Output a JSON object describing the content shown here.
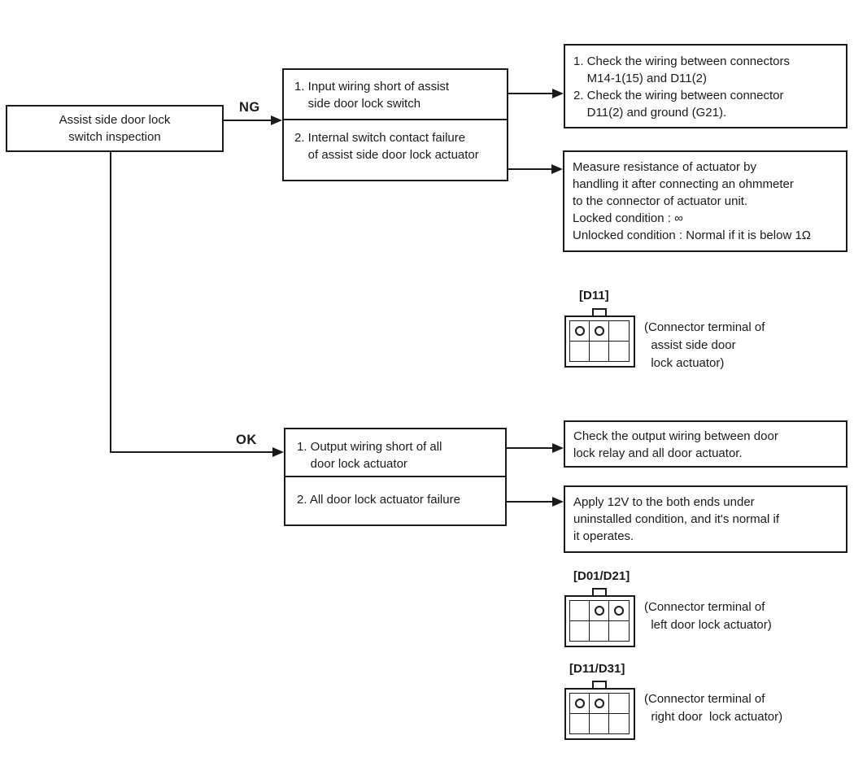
{
  "diagram": {
    "start_box_text": "Assist side door lock\nswitch inspection",
    "ng_label": "NG",
    "ok_label": "OK",
    "ng_causes": {
      "item1": "1. Input wiring short of assist\n    side door lock switch",
      "item2": "2. Internal switch contact failure\n    of assist side door lock actuator"
    },
    "ng_actions": {
      "wiring_check": "1. Check the wiring between connectors\n    M14-1(15) and D11(2)\n2. Check the wiring between connector\n    D11(2) and ground (G21).",
      "resistance_check": "Measure resistance of actuator by\nhandling it after connecting an ohmmeter\nto the connector of actuator unit.\nLocked condition : ∞\nUnlocked condition : Normal if it is below 1Ω"
    },
    "ok_causes": {
      "item1": "1. Output wiring short of all\n    door lock actuator",
      "item2": "2. All door lock actuator failure"
    },
    "ok_actions": {
      "output_wiring": "Check the output wiring between door\nlock relay and all door actuator.",
      "apply_12v": "Apply 12V to the both ends under\nuninstalled condition, and it's normal if\nit operates."
    },
    "connectors": [
      {
        "id": "[D11]",
        "caption": "(Connector terminal of\n  assist side door\n  lock actuator)",
        "pins": [
          1,
          2
        ]
      },
      {
        "id": "[D01/D21]",
        "caption": "(Connector terminal of\n  left door lock actuator)",
        "pins": [
          2,
          3
        ]
      },
      {
        "id": "[D11/D31]",
        "caption": "(Connector terminal of\n  right door  lock actuator)",
        "pins": [
          1,
          2
        ]
      }
    ]
  },
  "colors": {
    "line": "#1a1a1a",
    "background": "#ffffff"
  }
}
